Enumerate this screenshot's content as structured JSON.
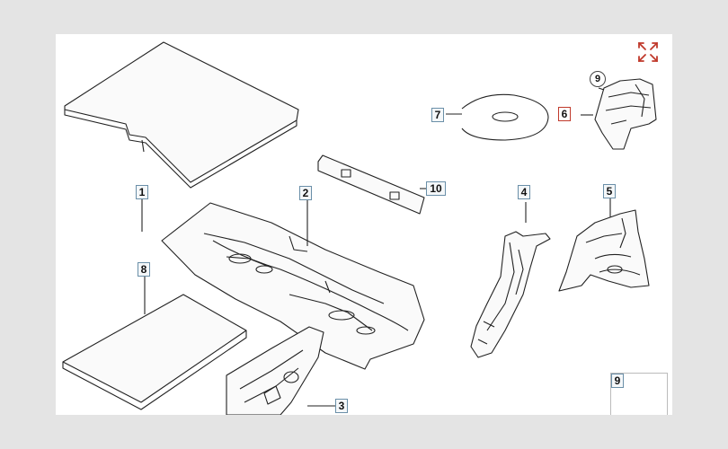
{
  "diagram": {
    "callouts": {
      "c1": "1",
      "c2": "2",
      "c3": "3",
      "c4": "4",
      "c5": "5",
      "c6": "6",
      "c7": "7",
      "c8": "8",
      "c9_top": "9",
      "c9_thumb": "9",
      "c10": "10"
    },
    "active_callout": "6",
    "colors": {
      "panel_bg": "#ffffff",
      "page_bg": "#e4e4e4",
      "callout_border": "#6a8fa8",
      "active_border": "#c0392b",
      "line": "#222222"
    },
    "icons": {
      "expand": "expand-arrows-icon"
    }
  }
}
